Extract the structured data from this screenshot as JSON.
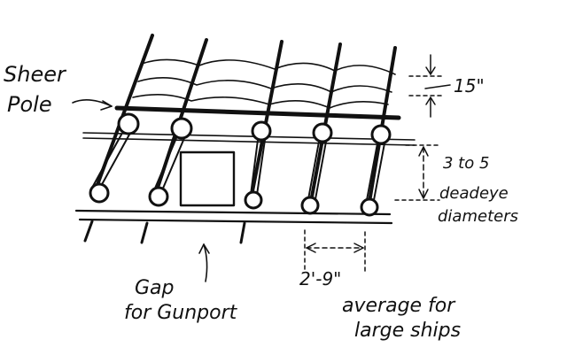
{
  "labels": {
    "sheer_pole_1": "Sheer",
    "sheer_pole_2": "Pole",
    "spacing_top": "15\"",
    "height_1": "3 to 5",
    "height_2": "deadeye",
    "height_3": "diameters",
    "gunport_1": "Gap",
    "gunport_2": "for Gunport",
    "spacing_bottom": "2'-9\"",
    "average_1": "average for",
    "average_2": "large ships"
  },
  "colors": {
    "ink": "#111111",
    "paper": "#ffffff"
  }
}
